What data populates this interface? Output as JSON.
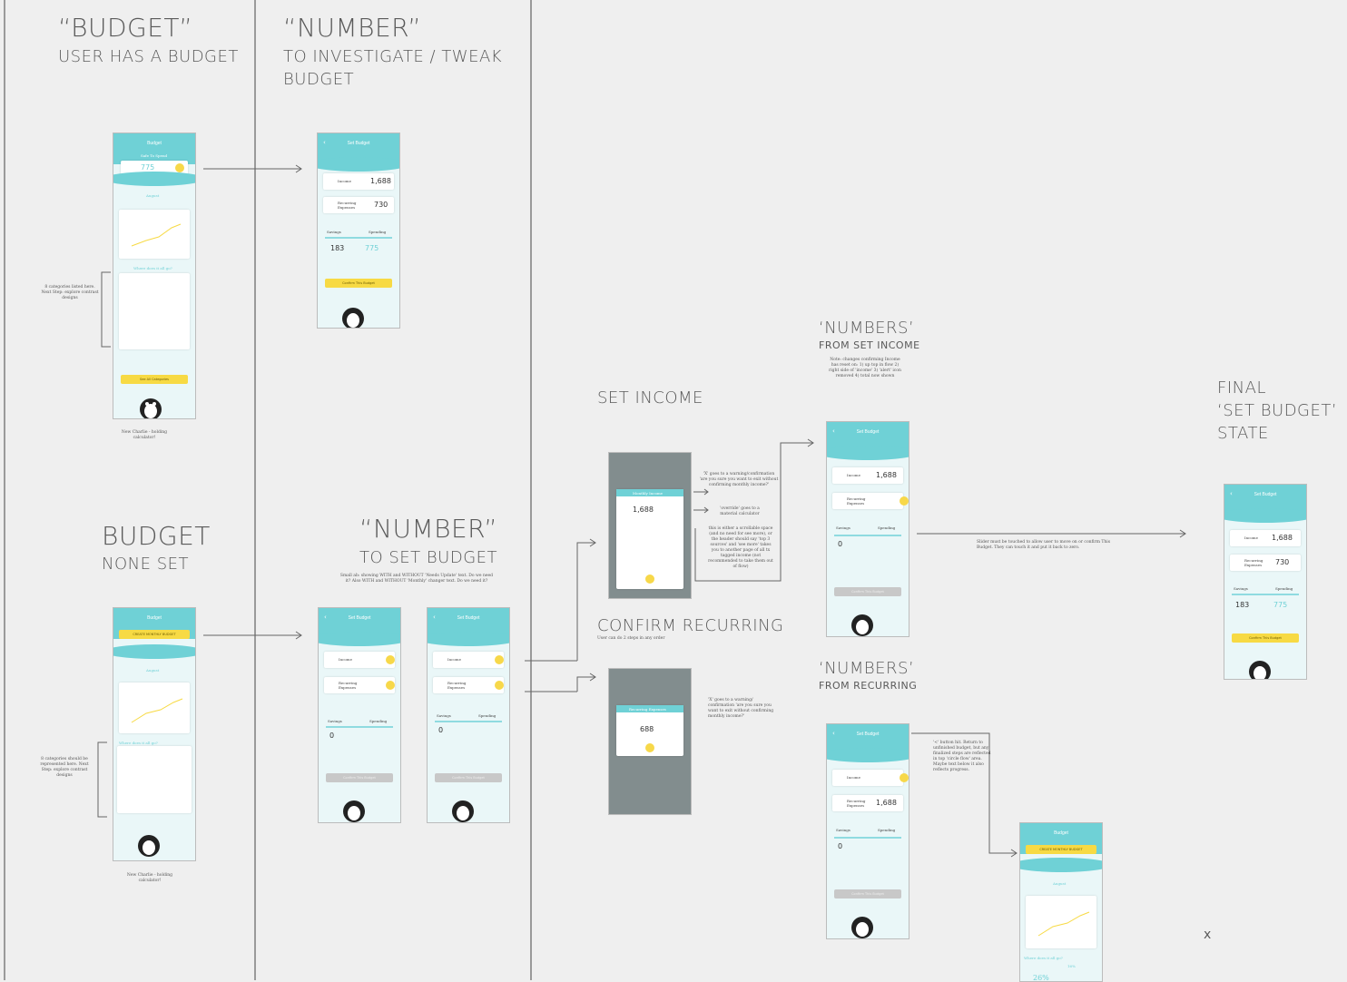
{
  "sections": {
    "budget_has": {
      "title": "“BUDGET”",
      "subtitle": "USER HAS A BUDGET"
    },
    "number_investigate": {
      "title": "“NUMBER”",
      "subtitle_1": "TO INVESTIGATE / TWEAK",
      "subtitle_2": "BUDGET"
    },
    "budget_none": {
      "title": "BUDGET",
      "subtitle": "NONE SET"
    },
    "number_set": {
      "title": "“NUMBER”",
      "subtitle": "TO SET BUDGET"
    },
    "set_income": {
      "title": "SET INCOME"
    },
    "confirm_recurring": {
      "title": "CONFIRM RECURRING",
      "note": "User can do 2 steps in any order"
    },
    "numbers_income": {
      "title": "‘NUMBERS’",
      "subtitle": "FROM SET INCOME"
    },
    "numbers_recurring": {
      "title": "‘NUMBERS’",
      "subtitle": "FROM RECURRING"
    },
    "final": {
      "line1": "FINAL",
      "line2": "‘SET BUDGET’",
      "line3": "STATE"
    }
  },
  "notes": {
    "categories_listed": "8 categories listed here. Next Step: explore contrast designs",
    "categories_represented": "8 categories should be represented here. Next Step: explore contrast designs",
    "new_charlie_1": "New Charlie - holding calculator!",
    "new_charlie_2": "New Charlie - holding calculator!",
    "small_ab": "Small ab: showing WITH and WITHOUT 'Needs Update' text. Do we need it? Also WITH and WITHOUT 'Monthly' changer text. Do we need it?",
    "x_goes_warning": "'X' goes to a warning/confirmation 'are you sure you want to exit without confirming monthly income?'",
    "override": "'override' goes to a material calculator",
    "scroll_space": "this is either a scrollable space (and no need for see more), or the header should say 'top 3 sources' and 'see more' takes you to another page of all tx tagged income (not recommended to take them out of flow)",
    "x_goes_warning_2": "'X' goes to a warning/ confirmation 'are you sure you want to exit without confirming monthly income?'",
    "numbers_changes": "Note: changes confirming Income has reset on: 1) up top in flow 2) right side of 'income' 3) 'alert' icon removed 4) total now shown",
    "slider_touched": "Slider must be touched to allow user to move on or confirm This Budget. They can touch it and put it back to zero.",
    "back_button": "'<' button hit. Return to unfinished budget, but any finalized steps are reflected in top 'circle flow' area. Maybe text below it also reflects progress."
  },
  "phones": {
    "budget_title": "Budget",
    "set_budget_title": "Set Budget",
    "safe_to_spend": "Safe To Spend",
    "amount_775": "775",
    "month": "August",
    "income_label": "Income",
    "recurring_label": "Recurring Expenses",
    "income_value": "1,688",
    "recurring_value": "730",
    "savings_label": "Savings",
    "spending_label": "Spending",
    "savings_value": "183",
    "spending_value": "775",
    "zero": "0",
    "confirm_button": "Confirm This Budget",
    "see_all": "See All Categories",
    "create_budget": "CREATE MONTHLY BUDGET",
    "monthly_income": "Monthly Income",
    "recurring_expenses_hdr": "Recurring Expenses",
    "amount_688": "688",
    "where_did_it_go": "Where does it all go?",
    "pct_26": "26%",
    "pct_16": "16%",
    "x_mark": "x"
  },
  "colors": {
    "teal": "#6fd1d6",
    "yellow": "#f7da44",
    "background": "#efefef"
  }
}
